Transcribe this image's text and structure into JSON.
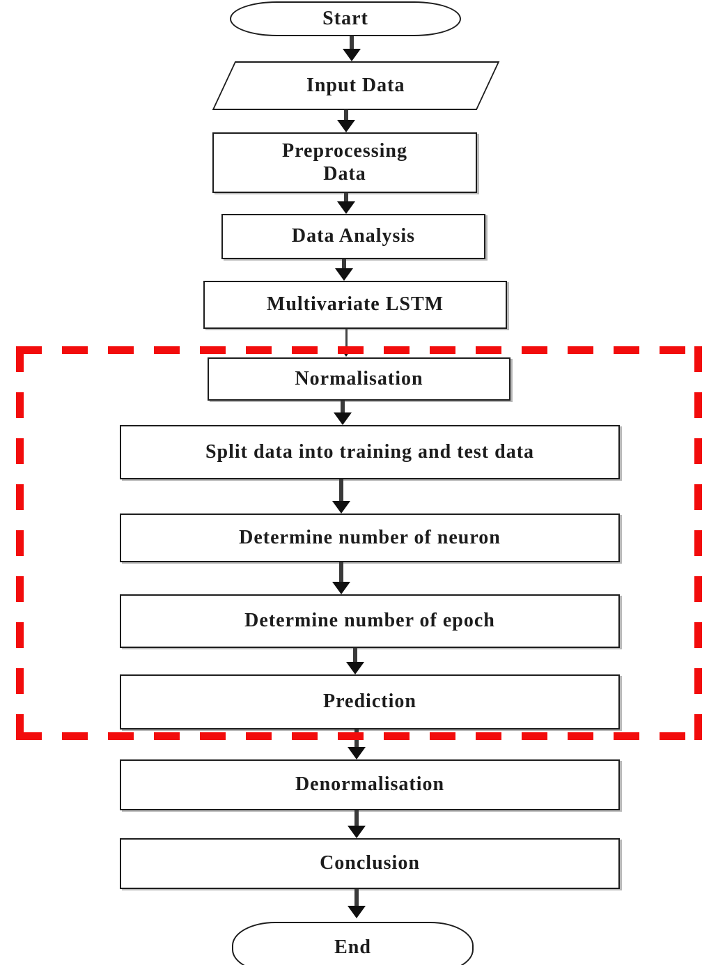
{
  "flowchart": {
    "nodes": [
      {
        "id": "start",
        "shape": "terminator",
        "label": "Start"
      },
      {
        "id": "input-data",
        "shape": "parallelogram",
        "label": "Input Data"
      },
      {
        "id": "preprocessing-data",
        "shape": "process",
        "label": "Preprocessing\nData"
      },
      {
        "id": "data-analysis",
        "shape": "process",
        "label": "Data Analysis"
      },
      {
        "id": "multivariate-lstm",
        "shape": "process",
        "label": "Multivariate LSTM"
      },
      {
        "id": "normalisation",
        "shape": "process",
        "label": "Normalisation"
      },
      {
        "id": "split-data",
        "shape": "process",
        "label": "Split data into training and test data"
      },
      {
        "id": "determine-neuron",
        "shape": "process",
        "label": "Determine number of neuron"
      },
      {
        "id": "determine-epoch",
        "shape": "process",
        "label": "Determine number of epoch"
      },
      {
        "id": "prediction",
        "shape": "process",
        "label": "Prediction"
      },
      {
        "id": "denormalisation",
        "shape": "process",
        "label": "Denormalisation"
      },
      {
        "id": "conclusion",
        "shape": "process",
        "label": "Conclusion"
      },
      {
        "id": "end",
        "shape": "terminator",
        "label": "End"
      }
    ],
    "flow_order": [
      "Start",
      "Input Data",
      "Preprocessing Data",
      "Data Analysis",
      "Multivariate LSTM",
      "Normalisation",
      "Split data into training and test data",
      "Determine number of neuron",
      "Determine number of epoch",
      "Prediction",
      "Denormalisation",
      "Conclusion",
      "End"
    ],
    "highlight": {
      "type": "dashed-rectangle",
      "color": "#f20c0c",
      "encloses": [
        "Normalisation",
        "Split data into training and test data",
        "Determine number of neuron",
        "Determine number of epoch",
        "Prediction"
      ]
    },
    "colors": {
      "background": "#ffffff",
      "node_fill": "#ffffff",
      "node_border": "#1d1d1d",
      "arrow": "#101010",
      "highlight_red": "#f20c0c"
    }
  }
}
